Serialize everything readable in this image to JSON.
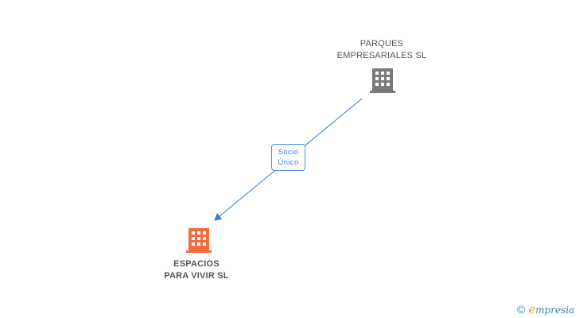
{
  "nodes": {
    "parent": {
      "line1": "PARQUES",
      "line2": "EMPRESARIALES SL",
      "icon": "building-icon",
      "color": "#7a7a7a"
    },
    "child": {
      "line1": "ESPACIOS",
      "line2": "PARA VIVIR SL",
      "icon": "building-icon",
      "color": "#f26d3d"
    }
  },
  "relation": {
    "line1": "Socio",
    "line2": "Único",
    "color": "#3a7bd5"
  },
  "watermark": {
    "symbol": "©",
    "brand_first": "e",
    "brand_rest": "mpresia"
  }
}
